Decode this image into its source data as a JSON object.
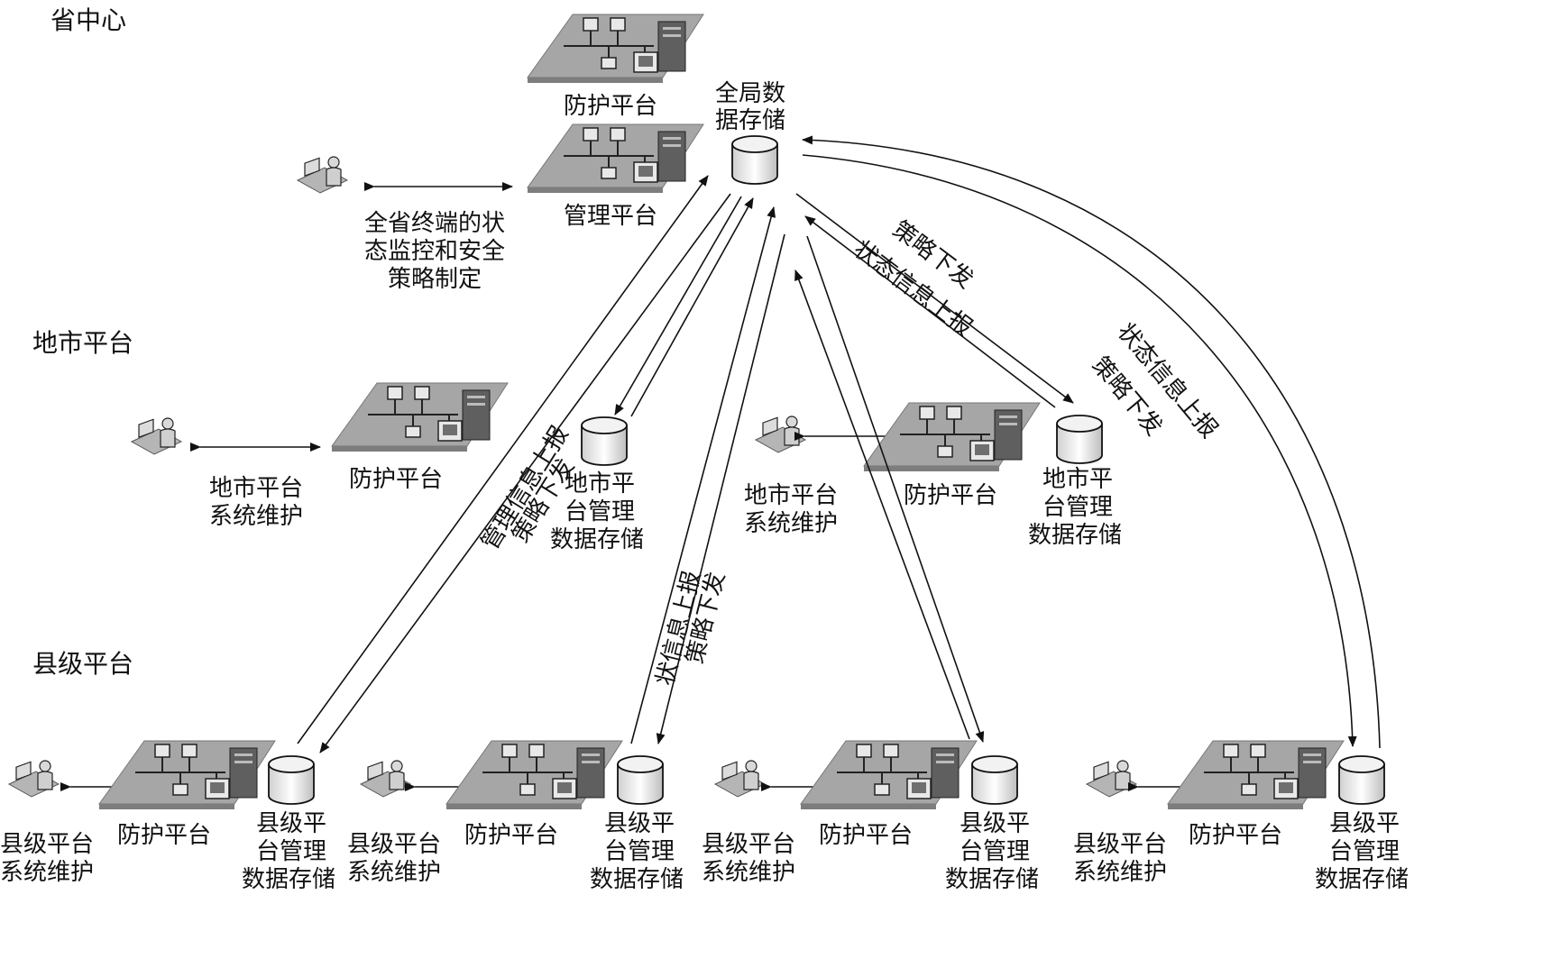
{
  "levels": {
    "province": "省中心",
    "city": "地市平台",
    "county": "县级平台"
  },
  "province": {
    "protect": "防护平台",
    "manage": "管理平台",
    "storage": [
      "全局数",
      "据存储"
    ],
    "monitor": [
      "全省终端的状",
      "态监控和安全",
      "策略制定"
    ]
  },
  "city_left": {
    "protect": "防护平台",
    "maint": [
      "地市平台",
      "系统维护"
    ],
    "storage": [
      "地市平",
      "台管理",
      "数据存储"
    ]
  },
  "city_right": {
    "protect": "防护平台",
    "maint": [
      "地市平台",
      "系统维护"
    ],
    "storage": [
      "地市平",
      "台管理",
      "数据存储"
    ]
  },
  "county": [
    {
      "maint": [
        "县级平台",
        "系统维护"
      ],
      "protect": "防护平台",
      "storage": [
        "县级平",
        "台管理",
        "数据存储"
      ]
    },
    {
      "maint": [
        "县级平台",
        "系统维护"
      ],
      "protect": "防护平台",
      "storage": [
        "县级平",
        "台管理",
        "数据存储"
      ]
    },
    {
      "maint": [
        "县级平台",
        "系统维护"
      ],
      "protect": "防护平台",
      "storage": [
        "县级平",
        "台管理",
        "数据存储"
      ]
    },
    {
      "maint": [
        "县级平台",
        "系统维护"
      ],
      "protect": "防护平台",
      "storage": [
        "县级平",
        "台管理",
        "数据存储"
      ]
    }
  ],
  "flows": {
    "left_a": "管理信息上报",
    "left_b": "策略下发",
    "mid_a": "状信息上报",
    "mid_b": "策略下发",
    "right_a": "策略下发",
    "right_b": "状态信息上报",
    "far_a": "状态信息上报",
    "far_b": "策略下发"
  }
}
